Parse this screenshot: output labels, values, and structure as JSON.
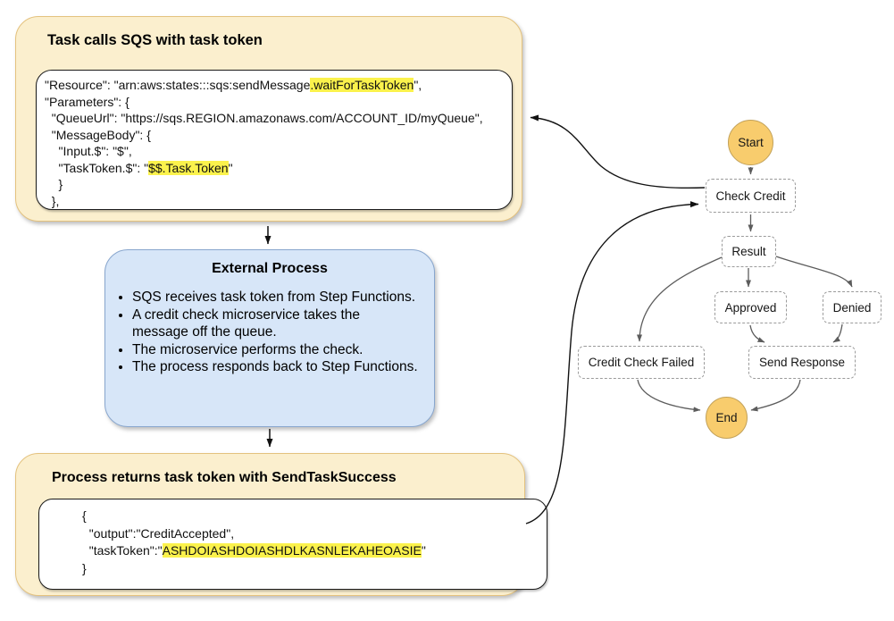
{
  "panels": {
    "task_calls": {
      "title": "Task calls SQS with task token"
    },
    "external_process": {
      "title": "External Process",
      "bullets": [
        "SQS receives task token from Step Functions.",
        "A credit check microservice takes the message off the queue.",
        "The microservice performs the check.",
        "The process responds back to Step Functions."
      ]
    },
    "send_task_success": {
      "title": "Process returns task token with SendTaskSuccess"
    }
  },
  "code1": {
    "lines": [
      {
        "pre": "\"Resource\": \"arn:aws:states:::sqs:sendMessage",
        "hl": ".waitForTaskToken",
        "post": "\","
      },
      {
        "pre": "\"Parameters\": {"
      },
      {
        "pre": "  \"QueueUrl\": \"https://sqs.REGION.amazonaws.com/ACCOUNT_ID/myQueue\","
      },
      {
        "pre": "  \"MessageBody\": {"
      },
      {
        "pre": "    \"Input.$\": \"$\","
      },
      {
        "pre": "    \"TaskToken.$\": \"",
        "hl": "$$.Task.Token",
        "post": "\""
      },
      {
        "pre": "    }"
      },
      {
        "pre": "  },"
      }
    ]
  },
  "code2": {
    "lines": [
      {
        "pre": "{"
      },
      {
        "pre": "  \"output\":\"CreditAccepted\","
      },
      {
        "pre": "  \"taskToken\":\"",
        "hl": "ASHDOIASHDOIASHDLKASNLEKAHEOASIE",
        "post": "\""
      },
      {
        "pre": "}"
      }
    ]
  },
  "state_machine": {
    "nodes": {
      "start": {
        "label": "Start"
      },
      "check_credit": {
        "label": "Check Credit"
      },
      "result": {
        "label": "Result"
      },
      "approved": {
        "label": "Approved"
      },
      "denied": {
        "label": "Denied"
      },
      "credit_check_failed": {
        "label": "Credit Check Failed"
      },
      "send_response": {
        "label": "Send Response"
      },
      "end": {
        "label": "End"
      }
    }
  },
  "colors": {
    "panel_tan_fill": "#FBEFCE",
    "panel_tan_border": "#E4C27E",
    "panel_blue_fill": "#D7E6F8",
    "panel_blue_border": "#88A6CE",
    "highlight_yellow": "#FBF24C",
    "terminal_fill": "#F8CC6D",
    "terminal_border": "#C2A159",
    "arrow_gray": "#5c5c5c",
    "arrow_black": "#111111"
  }
}
